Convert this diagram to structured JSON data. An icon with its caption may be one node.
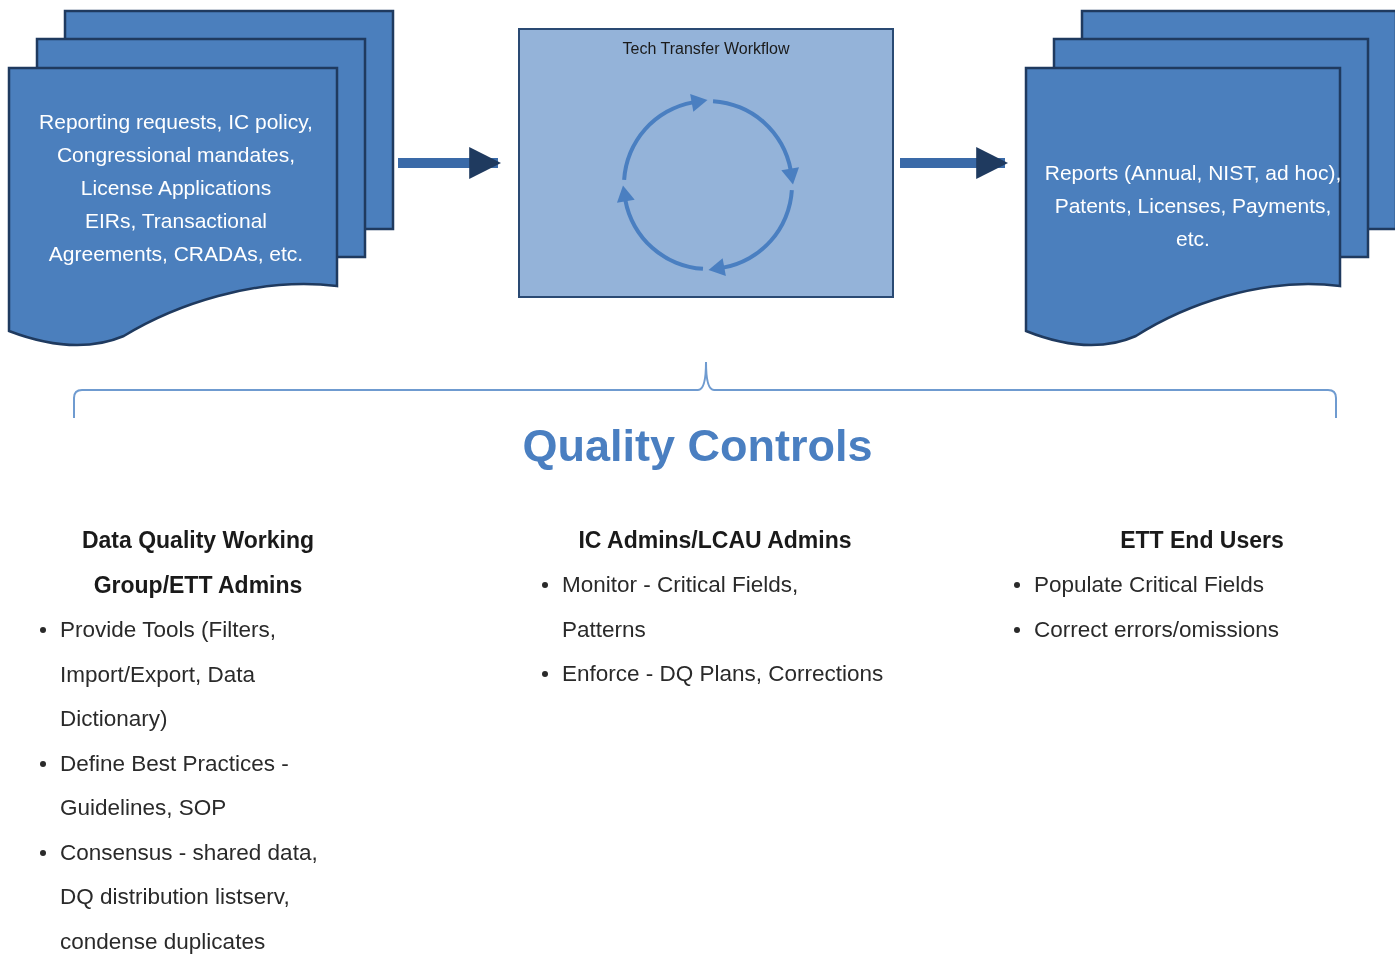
{
  "diagram": {
    "nodes": [
      {
        "text": [
          "Reporting requests, IC policy, Congressional mandates, License Applications",
          "EIRs, Transactional Agreements, CRADAs, etc."
        ]
      },
      {
        "text": [
          "Tech Transfer Workflow"
        ]
      },
      {
        "text": [
          "Reports (Annual, NIST, ad hoc), Patents, Licenses, Payments, etc."
        ]
      }
    ],
    "edges": [
      {
        "from": 0,
        "to": 1,
        "arrow": "to"
      },
      {
        "from": 1,
        "to": 2,
        "arrow": "to"
      }
    ],
    "labels": [
      "Quality Controls",
      "Data Quality Working Group/ETT Admins",
      "Provide Tools (Filters, Import/Export, Data Dictionary)",
      "Define Best Practices - Guidelines, SOP",
      "Consensus - shared data, DQ distribution listserv, condense duplicates",
      "IC Admins/LCAU Admins",
      "Monitor - Critical Fields, Patterns",
      "Enforce - DQ Plans, Corrections",
      "ETT End Users",
      "Populate Critical Fields",
      "Correct errors/omissions"
    ]
  }
}
